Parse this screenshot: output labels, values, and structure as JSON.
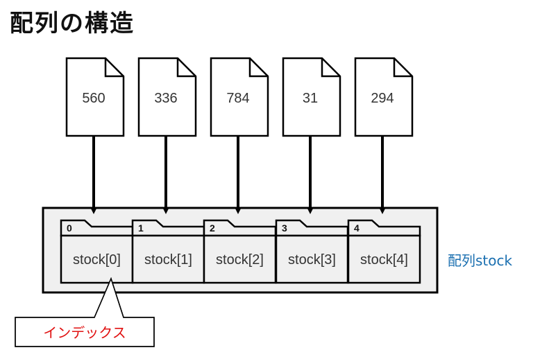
{
  "title": "配列の構造",
  "documents": [
    {
      "value": "560"
    },
    {
      "value": "336"
    },
    {
      "value": "784"
    },
    {
      "value": "31"
    },
    {
      "value": "294"
    }
  ],
  "cells": [
    {
      "index": "0",
      "label": "stock[0]"
    },
    {
      "index": "1",
      "label": "stock[1]"
    },
    {
      "index": "2",
      "label": "stock[2]"
    },
    {
      "index": "3",
      "label": "stock[3]"
    },
    {
      "index": "4",
      "label": "stock[4]"
    }
  ],
  "array_label": "配列stock",
  "index_callout": "インデックス",
  "colors": {
    "array_label": "#1a6fb0",
    "index_label": "#e01010",
    "array_fill": "#f0f0f0",
    "callout_border": "#e01010"
  }
}
